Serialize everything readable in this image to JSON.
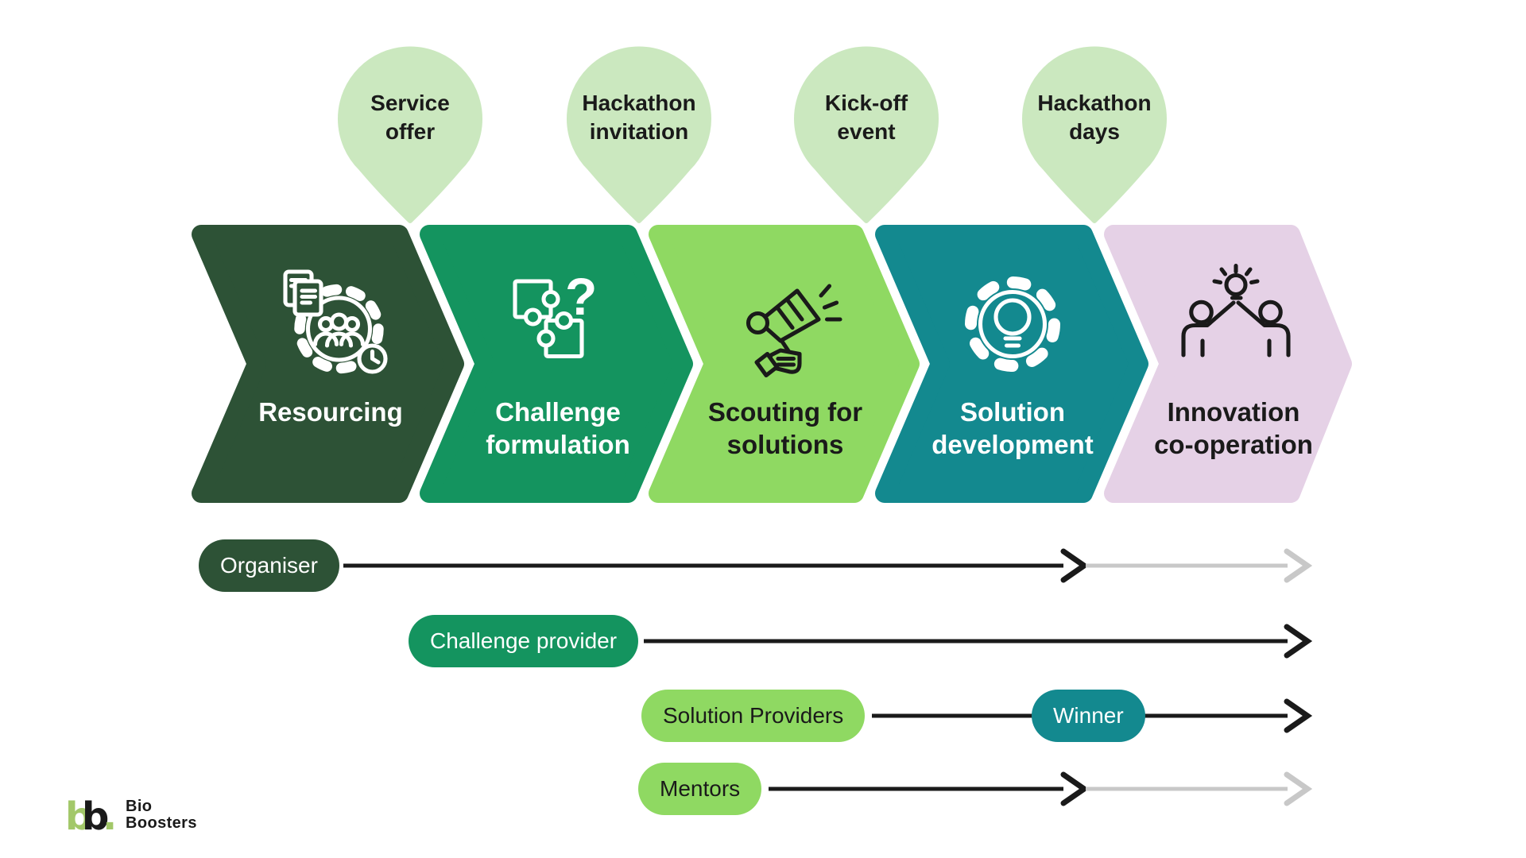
{
  "title": "BioBoosters hackathon process diagram",
  "colors": {
    "background": "#FFFFFF",
    "dark_green": "#2D5236",
    "emerald_green": "#14945F",
    "light_green": "#8FD962",
    "teal": "#13898F",
    "lavender": "#E5D1E6",
    "balloon_green": "#CBE8BF",
    "arrow_black": "#1A1A1A",
    "arrow_gray": "#C8C8C8",
    "logo_green": "#A3C869",
    "text_dark": "#1A1A1A",
    "text_white": "#FFFFFF"
  },
  "milestones": [
    {
      "label": "Service\noffer"
    },
    {
      "label": "Hackathon\ninvitation"
    },
    {
      "label": "Kick-off\nevent"
    },
    {
      "label": "Hackathon\ndays"
    }
  ],
  "stages": [
    {
      "label": "Resourcing",
      "color": "#2D5236",
      "text_color": "#FFFFFF",
      "icon": "team-gear-icon",
      "icon_color": "#FFFFFF"
    },
    {
      "label": "Challenge\nformulation",
      "color": "#14945F",
      "text_color": "#FFFFFF",
      "icon": "puzzle-question-icon",
      "icon_color": "#FFFFFF"
    },
    {
      "label": "Scouting for\nsolutions",
      "color": "#8FD962",
      "text_color": "#1A1A1A",
      "icon": "megaphone-icon",
      "icon_color": "#1A1A1A"
    },
    {
      "label": "Solution\ndevelopment",
      "color": "#13898F",
      "text_color": "#FFFFFF",
      "icon": "gear-lightbulb-icon",
      "icon_color": "#FFFFFF"
    },
    {
      "label": "Innovation\nco-operation",
      "color": "#E5D1E6",
      "text_color": "#1A1A1A",
      "icon": "high-five-icon",
      "icon_color": "#1A1A1A"
    }
  ],
  "timeline": [
    {
      "actor": "Organiser",
      "pill_color": "#2D5236",
      "text_color": "#FFFFFF",
      "arrow": "solid-then-faded"
    },
    {
      "actor": "Challenge provider",
      "pill_color": "#14945F",
      "text_color": "#FFFFFF",
      "arrow": "solid"
    },
    {
      "actor": "Solution Providers",
      "pill_color": "#8FD962",
      "text_color": "#1A1A1A",
      "arrow": "solid",
      "milestone_pill": {
        "label": "Winner",
        "color": "#13898F",
        "text_color": "#FFFFFF"
      }
    },
    {
      "actor": "Mentors",
      "pill_color": "#8FD962",
      "text_color": "#1A1A1A",
      "arrow": "solid-then-faded"
    }
  ],
  "logo": {
    "mark_first": "b",
    "mark_second": "b",
    "mark_dot": ".",
    "name_line1": "Bio",
    "name_line2": "Boosters"
  }
}
